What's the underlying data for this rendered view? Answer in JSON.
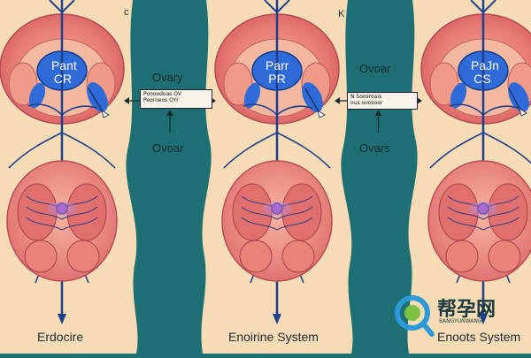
{
  "panels": [
    {
      "top_label": "Pant\nCR",
      "bottom_label": "Erdocire"
    },
    {
      "top_label": "Parr\nPR",
      "bottom_label": "Enoirine System"
    },
    {
      "top_label": "PaJn\nCS",
      "bottom_label": "Enoots System"
    }
  ],
  "connectors": [
    {
      "top_text": "Ovary",
      "box_text": [
        "Poooodoas  OV",
        "Peoroeos OYr"
      ],
      "bottom_text": "Ovoar"
    },
    {
      "top_text": "Ovoar",
      "box_text": [
        "N  Soosroais",
        "ous ooosoor"
      ],
      "bottom_text": "Ovars"
    }
  ],
  "corner_marks": [
    "c",
    "K"
  ],
  "watermark": {
    "cn": "帮孕网",
    "en": "BANGYUNWANG"
  },
  "colors": {
    "background": "#1d6f74",
    "panel": "#f6dcb4",
    "tissue": "#e9807a",
    "vessel": "#1f3f8f",
    "gland": "#2f6bd8"
  }
}
